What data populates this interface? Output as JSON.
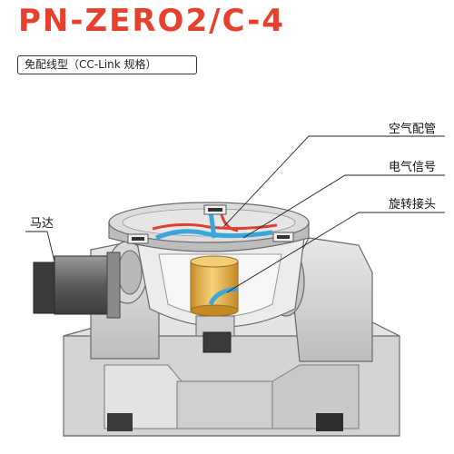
{
  "header": {
    "model_title": "PN-ZERO2/C-4",
    "subtitle": "免配线型（CC-Link 规格）"
  },
  "callouts": {
    "air_piping": "空气配管",
    "electric_signal": "电气信号",
    "rotary_joint": "旋转接头",
    "motor": "马达"
  },
  "colors": {
    "title_red": "#e8402c",
    "machine_gray": "#d6d6d6",
    "pipe_red": "#e04030",
    "pipe_blue": "#3aa7d8",
    "joint_gold": "#e5b34a"
  }
}
